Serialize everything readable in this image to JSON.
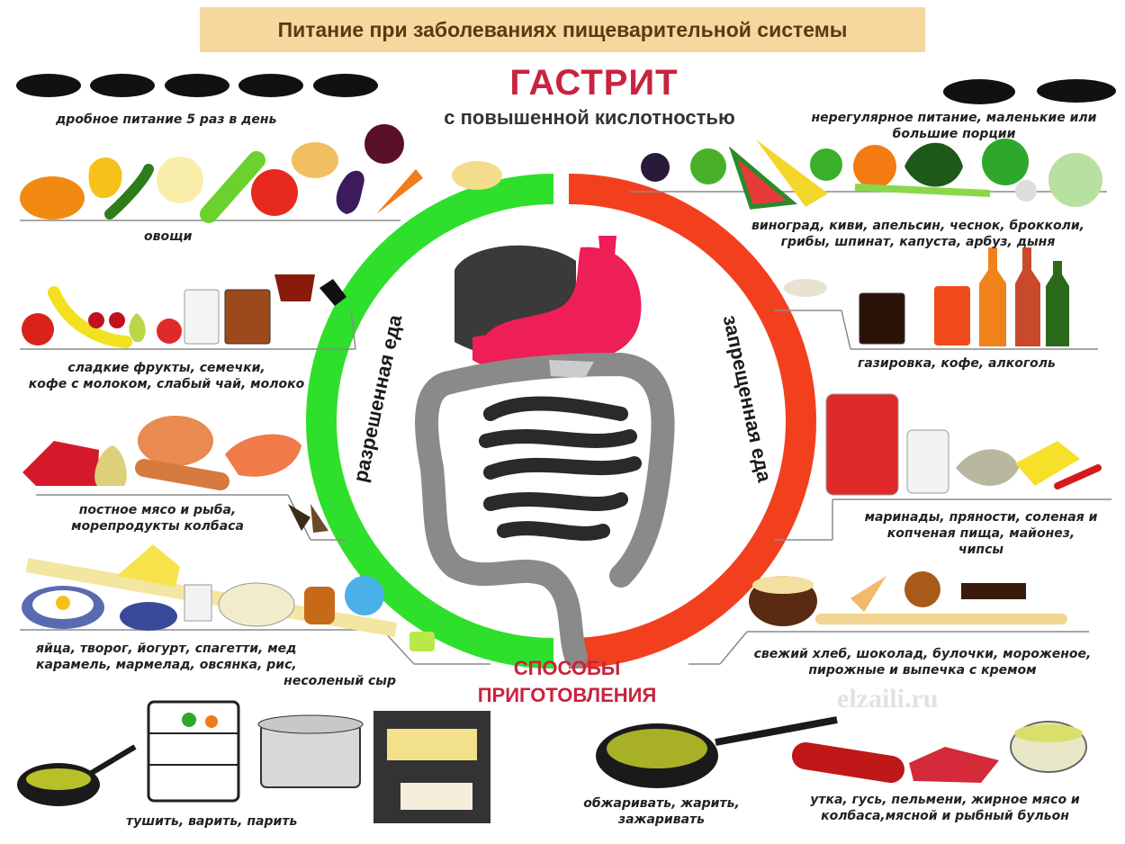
{
  "header": {
    "banner": "Питание при заболеваниях пищеварительной системы",
    "title": "ГАСТРИТ",
    "subtitle": "с повышенной кислотностью"
  },
  "ring": {
    "allowed_label": "разрешенная еда",
    "forbidden_label": "запрещенная еда",
    "allowed_color": "#2ee02b",
    "forbidden_color": "#f2401f"
  },
  "allowed": {
    "meals_note": "дробное питание 5 раз в день",
    "vegetables": "овощи",
    "fruits": [
      "сладкие фрукты, семечки,",
      "кофе с молоком, слабый чай, молоко"
    ],
    "meat": [
      "постное мясо и рыба,",
      "морепродукты колбаса"
    ],
    "dairy": [
      "яйца, творог, йогурт, спагетти, мед",
      "карамель, мармелад, овсянка, рис,",
      "несоленый сыр"
    ],
    "cooking": "тушить, варить, парить"
  },
  "forbidden": {
    "meals_note": [
      "нерегулярное питание, маленькие или",
      "большие порции"
    ],
    "produce": [
      "виноград, киви, апельсин, чеснок, брокколи,",
      "грибы, шпинат, капуста, арбуз, дыня"
    ],
    "drinks": "газировка, кофе, алкоголь",
    "pickles": [
      "маринады, пряности, соленая и",
      "копченая пища, майонез,",
      "чипсы"
    ],
    "bakery": [
      "свежий хлеб, шоколад, булочки, мороженое,",
      "пирожные и выпечка с кремом"
    ],
    "frying": [
      "обжаривать, жарить,",
      "зажаривать"
    ],
    "fatty": [
      "утка, гусь, пельмени, жирное мясо и",
      "колбаса,мясной и рыбный бульон"
    ]
  },
  "methods": [
    "СПОСОБЫ",
    "ПРИГОТОВЛЕНИЯ"
  ],
  "watermark": "elzaili.ru",
  "icons": [
    "plate-icon",
    "pumpkin-icon",
    "pepper-icon",
    "cucumber-icon",
    "cauliflower-icon",
    "zucchini-icon",
    "tomato-icon",
    "onion-icon",
    "eggplant-icon",
    "beet-icon",
    "carrot-icon",
    "potato-icon",
    "grapes-icon",
    "kiwi-icon",
    "watermelon-icon",
    "melon-icon",
    "apple-icon",
    "orange-icon",
    "spinach-icon",
    "broccoli-icon",
    "garlic-icon",
    "cabbage-icon",
    "stomach-icon",
    "intestine-icon",
    "steamer-icon",
    "pot-icon",
    "oven-icon",
    "wok-icon",
    "frying-pan-icon",
    "bottle-icon",
    "jar-icon",
    "cake-icon",
    "sausage-icon",
    "meat-icon",
    "soup-bowl-icon"
  ]
}
